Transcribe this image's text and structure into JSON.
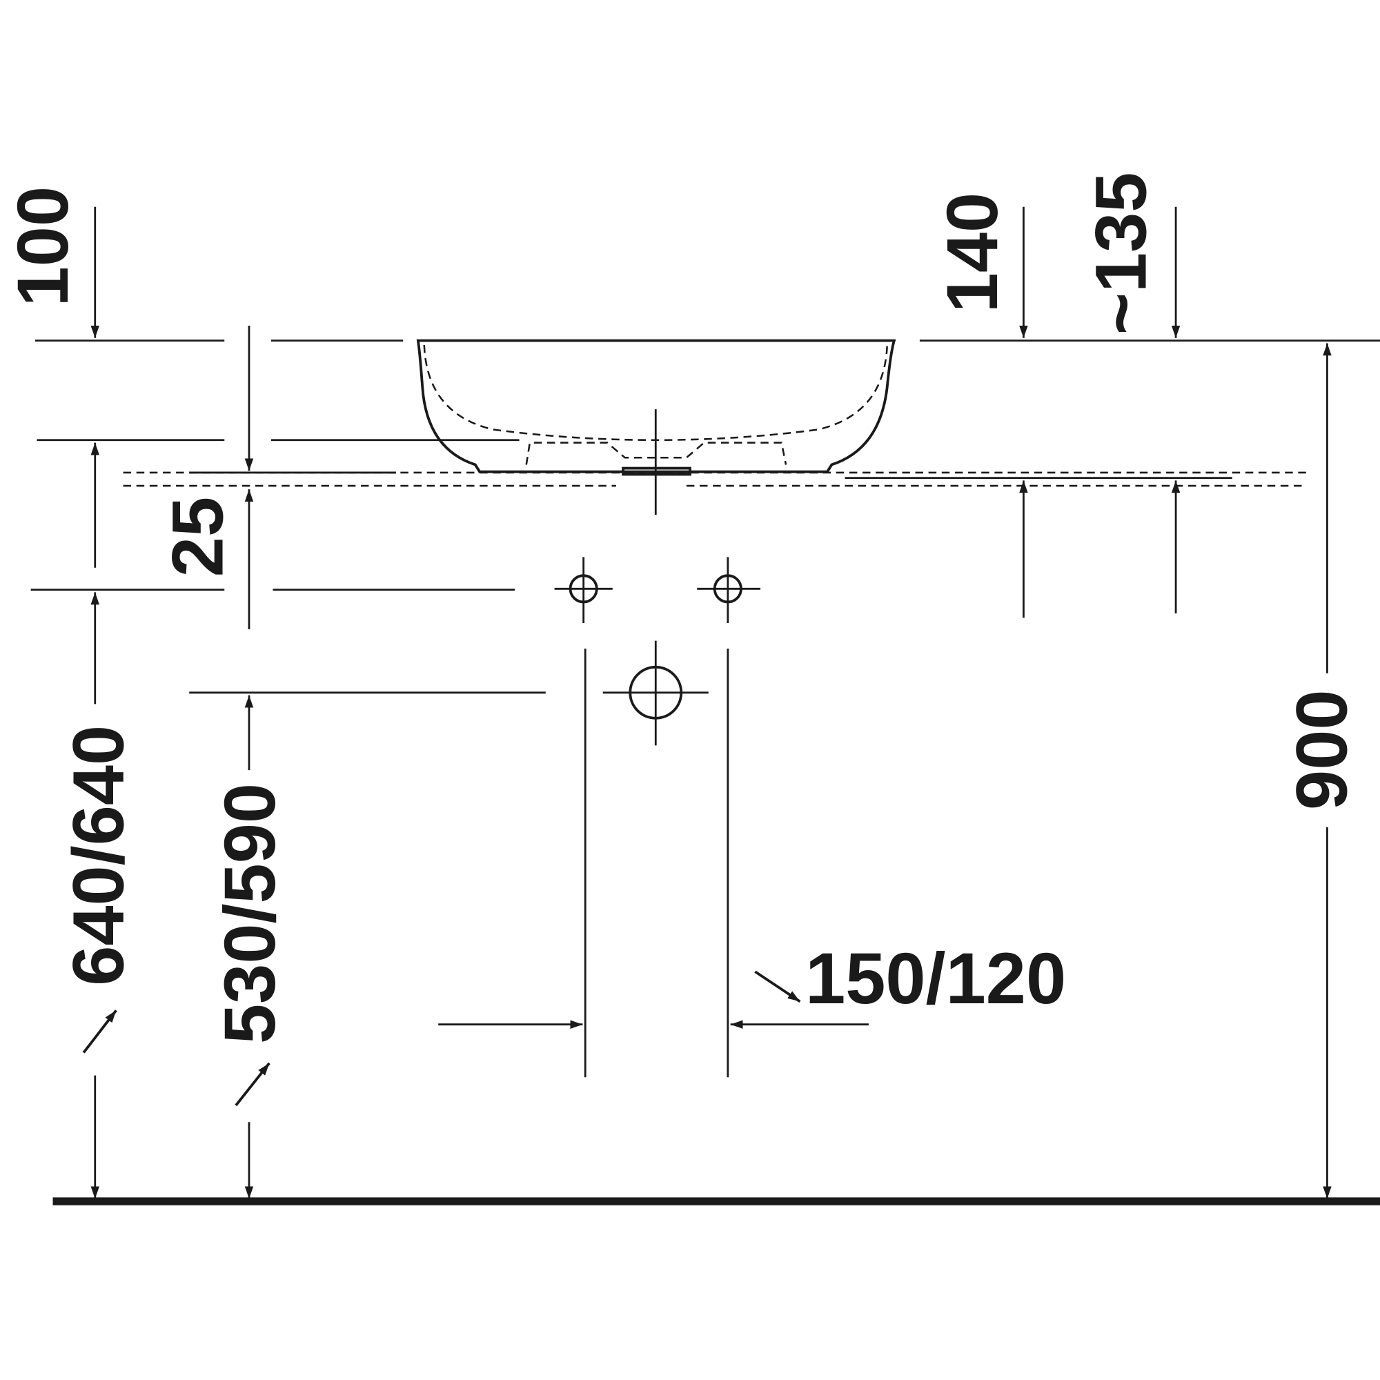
{
  "title": "Vessel basin installation dimensions",
  "dimensions": {
    "basin_top_to_counter": "100",
    "basin_height": "140",
    "basin_height_approx": "~135",
    "counter_thickness": "25",
    "tap_height": "640/640",
    "drain_height": "530/590",
    "counter_height": "900",
    "connection_spacing": "150/120"
  }
}
